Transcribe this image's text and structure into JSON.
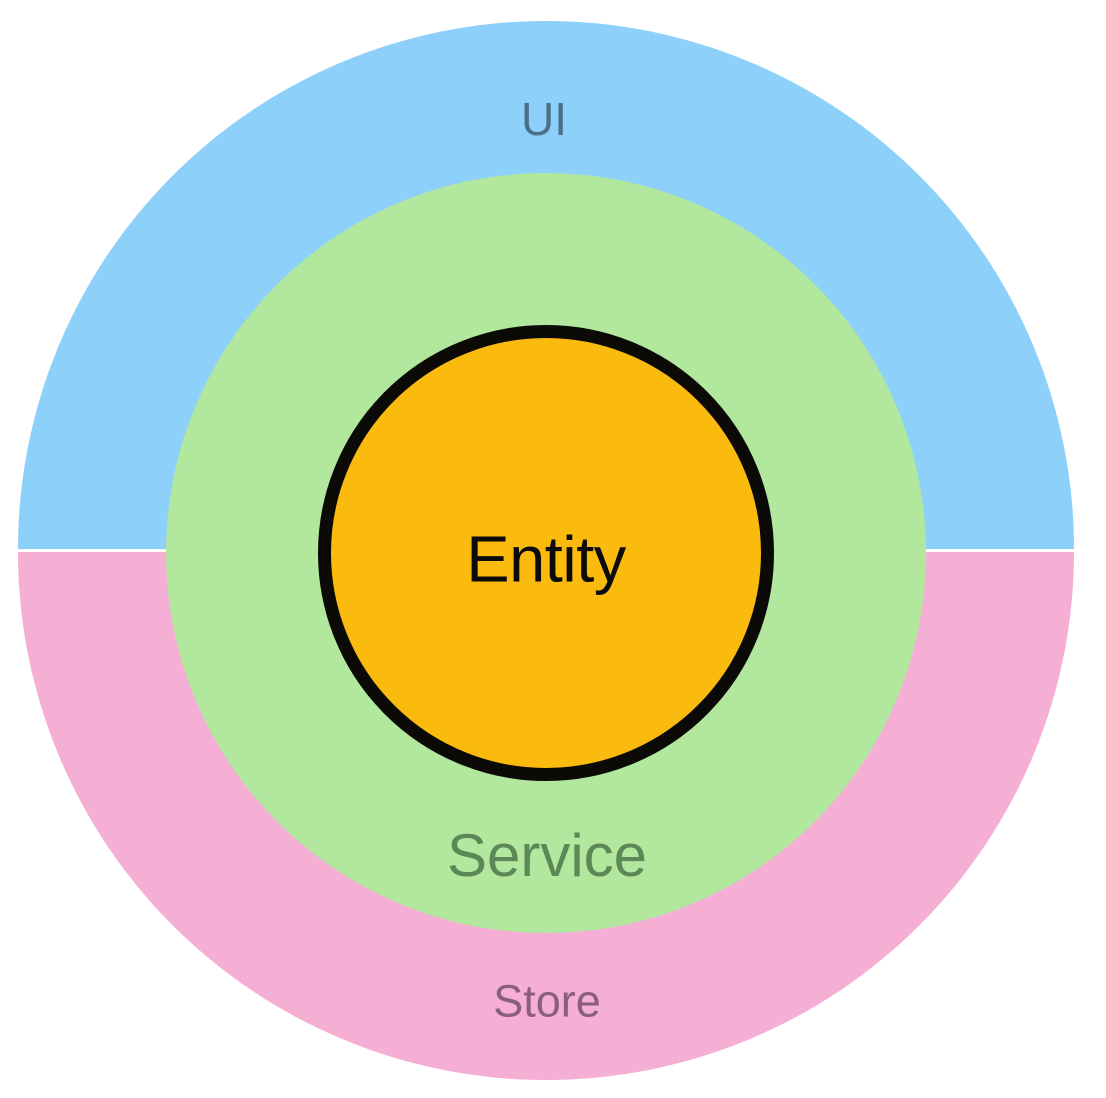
{
  "diagram": {
    "type": "concentric-architecture-diagram",
    "rings": [
      {
        "name": "ui",
        "label": "UI",
        "position": "outer-top-half",
        "fill": "#8dd0fa",
        "label_color": "#4c6e88"
      },
      {
        "name": "store",
        "label": "Store",
        "position": "outer-bottom-half",
        "fill": "#f5aed4",
        "label_color": "#8a5e7c"
      },
      {
        "name": "service",
        "label": "Service",
        "position": "middle",
        "fill": "#b1e89e",
        "label_color": "#5c8756"
      },
      {
        "name": "entity",
        "label": "Entity",
        "position": "center",
        "fill": "#fbba0e",
        "border_color": "#0b0a07",
        "label_color": "#0b0b0b"
      }
    ]
  },
  "colors": {
    "background": "#ffffff",
    "ui-fill": "#8dd0fa",
    "store-fill": "#f5aed4",
    "service-fill": "#b1e89e",
    "entity-fill": "#fbba0e",
    "entity-border": "#0b0a07",
    "ui-label": "#4c6e88",
    "service-label": "#5c8756",
    "store-label": "#8a5e7c",
    "entity-label": "#0b0b0b"
  }
}
